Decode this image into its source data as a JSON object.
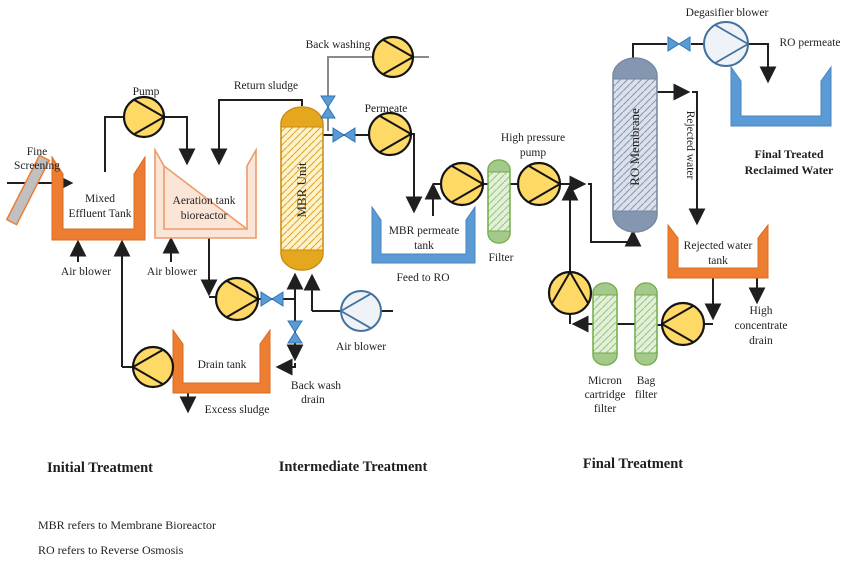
{
  "colors": {
    "orange": "#ED7D31",
    "orange_pale": "#FBE5D6",
    "blue": "#5B9BD5",
    "pump_yellow": "#FFD966",
    "valve_blue": "#5B9BD5",
    "red": "#FF0000",
    "gray_text": "#A9A9A9"
  },
  "sections": {
    "initial": "Initial Treatment",
    "intermediate": "Intermediate Treatment",
    "final": "Final Treatment"
  },
  "footnotes": {
    "mbr": "MBR refers to Membrane Bioreactor",
    "ro": "RO refers to Reverse Osmosis"
  },
  "labels": {
    "fine1": "Fine",
    "fine2": "Screening",
    "pump": "Pump",
    "mixed1": "Mixed",
    "mixed2": "Effluent Tank",
    "aeration1": "Aeration tank",
    "aeration2": "bioreactor",
    "return_sludge": "Return sludge",
    "air_blower1": "Air blower",
    "air_blower2": "Air blower",
    "air_blower3": "Air blower",
    "mbr_unit": "MBR Unit",
    "back_washing": "Back washing",
    "permeate": "Permeate",
    "mbr_tank1": "MBR permeate",
    "mbr_tank2": "tank",
    "feed_to_ro": "Feed to RO",
    "filter": "Filter",
    "hp1": "High pressure",
    "hp2": "pump",
    "ro_membrane": "RO Membrane",
    "degasifier": "Degasifier blower",
    "ro_permeate": "RO permeate",
    "final1": "Final Treated",
    "final2": "Reclaimed Water",
    "rejected_water": "Rejected water",
    "rejected_tank1": "Rejected water",
    "rejected_tank2": "tank",
    "hc1": "High",
    "hc2": "concentrate",
    "hc3": "drain",
    "micron1": "Micron",
    "micron2": "cartridge",
    "micron3": "filter",
    "bag1": "Bag",
    "bag2": "filter",
    "bwd1": "Back wash",
    "bwd2": "drain",
    "drain_tank": "Drain tank",
    "excess_sludge": "Excess sludge"
  }
}
